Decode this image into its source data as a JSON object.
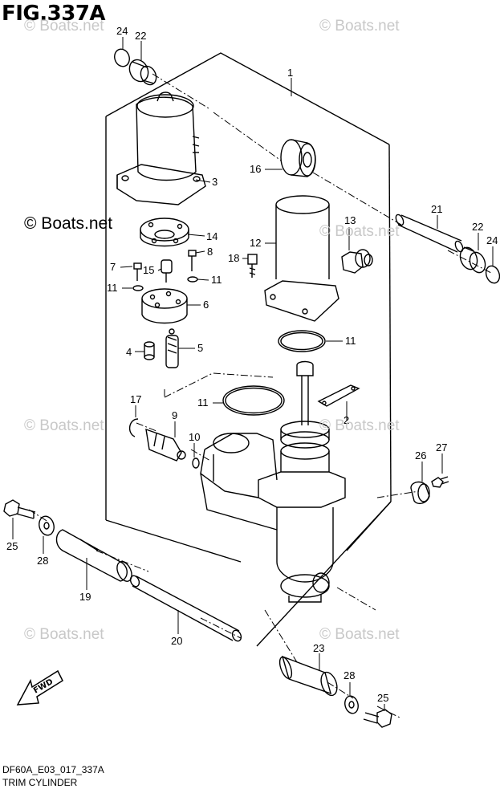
{
  "figure": {
    "title": "FIG.337A",
    "watermark": "© Boats.net",
    "watermark_main": "© Boats.net",
    "footer_code": "DF60A_E03_017_337A",
    "footer_name": "TRIM CYLINDER",
    "fwd_label": "FWD"
  },
  "callouts": [
    "1",
    "2",
    "3",
    "4",
    "5",
    "6",
    "7",
    "8",
    "9",
    "10",
    "11",
    "12",
    "13",
    "14",
    "15",
    "16",
    "17",
    "18",
    "19",
    "20",
    "21",
    "22",
    "23",
    "24",
    "25",
    "26",
    "27",
    "28"
  ],
  "colors": {
    "line": "#000000",
    "watermark": "#c8c8c8",
    "background": "#ffffff"
  }
}
